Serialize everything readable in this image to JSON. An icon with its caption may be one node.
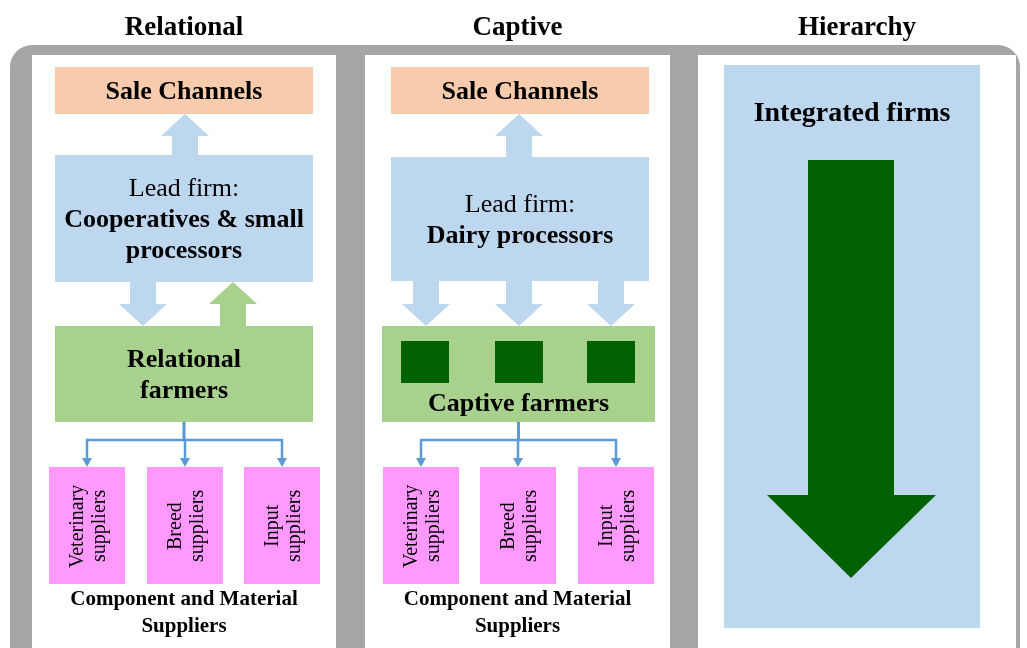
{
  "diagram": {
    "nodes": [
      {
        "text": [
          "Relational"
        ]
      },
      {
        "text": [
          "Sale Channels"
        ],
        "in": 0
      },
      {
        "text": [
          "Lead firm:",
          "Cooperatives & small processors"
        ],
        "in": 0
      },
      {
        "text": [
          "Relational farmers"
        ],
        "in": 0
      },
      {
        "text": [
          "Veterinary suppliers"
        ],
        "in": 0
      },
      {
        "text": [
          "Breed suppliers"
        ],
        "in": 0
      },
      {
        "text": [
          "Input suppliers"
        ],
        "in": 0
      },
      {
        "text": [
          "Captive"
        ]
      },
      {
        "text": [
          "Sale Channels"
        ],
        "in": 7
      },
      {
        "text": [
          "Lead firm:",
          "Dairy processors"
        ],
        "in": 7
      },
      {
        "text": [
          "Captive farmers"
        ],
        "in": 7
      },
      {
        "text": [],
        "shape": "box",
        "in": 10
      },
      {
        "text": [],
        "shape": "box",
        "in": 10
      },
      {
        "text": [],
        "shape": "box",
        "in": 10
      },
      {
        "text": [
          "Veterinary suppliers"
        ],
        "in": 7
      },
      {
        "text": [
          "Breed suppliers"
        ],
        "in": 7
      },
      {
        "text": [
          "Input suppliers"
        ],
        "in": 7
      },
      {
        "text": [
          "Hierarchy"
        ]
      },
      {
        "text": [
          "Integrated firms"
        ],
        "in": 17
      }
    ],
    "edges": [
      {
        "from": 2,
        "to": 1,
        "arrow": "to"
      },
      {
        "from": 2,
        "to": 3,
        "arrow": "to"
      },
      {
        "from": 3,
        "to": 2,
        "arrow": "to",
        "color": "#a9d18e"
      },
      {
        "from": 3,
        "to": 4,
        "arrow": "to",
        "color": "#5b9bd5"
      },
      {
        "from": 3,
        "to": 5,
        "arrow": "to",
        "color": "#5b9bd5"
      },
      {
        "from": 3,
        "to": 6,
        "arrow": "to",
        "color": "#5b9bd5"
      },
      {
        "from": 9,
        "to": 8,
        "arrow": "to"
      },
      {
        "from": 9,
        "to": 10,
        "arrow": "to"
      },
      {
        "from": 9,
        "to": 10,
        "arrow": "to"
      },
      {
        "from": 9,
        "to": 10,
        "arrow": "to"
      },
      {
        "from": 10,
        "to": 14,
        "arrow": "to",
        "color": "#5b9bd5"
      },
      {
        "from": 10,
        "to": 15,
        "arrow": "to",
        "color": "#5b9bd5"
      },
      {
        "from": 10,
        "to": 16,
        "arrow": "to",
        "color": "#5b9bd5"
      }
    ],
    "labels": [
      "Component and Material Suppliers",
      "Component and Material Suppliers"
    ]
  }
}
